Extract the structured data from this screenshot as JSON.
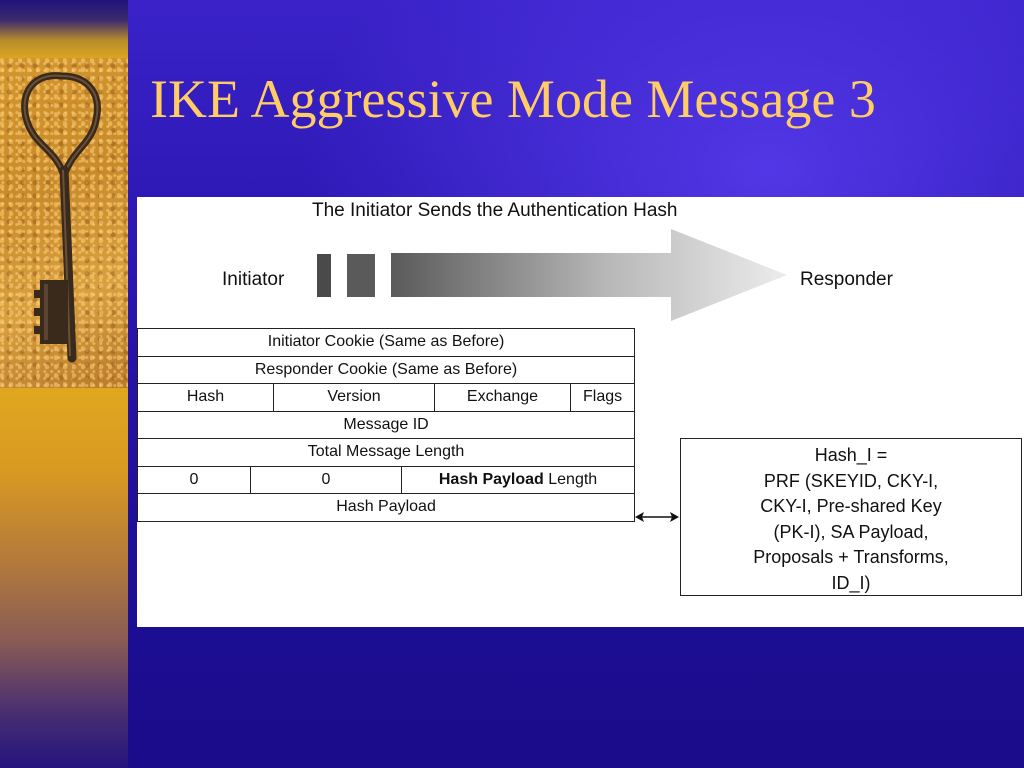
{
  "slide": {
    "title": "IKE Aggressive Mode Message 3"
  },
  "diagram": {
    "caption": "The Initiator Sends the Authentication Hash",
    "initiator_label": "Initiator",
    "responder_label": "Responder",
    "header_rows": {
      "initiator_cookie": "Initiator Cookie (Same as Before)",
      "responder_cookie": "Responder Cookie (Same as Before)",
      "hash": "Hash",
      "version": "Version",
      "exchange": "Exchange",
      "flags": "Flags",
      "message_id": "Message ID",
      "total_length": "Total Message Length",
      "zero_a": "0",
      "zero_b": "0",
      "hash_payload_bold": "Hash Payload",
      "length_suffix": " Length",
      "hash_payload": "Hash Payload"
    },
    "hash_box_lines": [
      "Hash_I =",
      "PRF (SKEYID, CKY-I,",
      "CKY-I, Pre-shared Key",
      "(PK-I), SA Payload,",
      "Proposals + Transforms,",
      "ID_I)"
    ]
  },
  "colors": {
    "title": "#ffcc66",
    "background": "#1a0f8a",
    "accent_strip": "#e0a81e"
  },
  "icons": {
    "key_image": "old-skeleton-key-icon",
    "flow_arrow": "right-arrow-icon",
    "link_arrow": "double-arrow-icon"
  }
}
